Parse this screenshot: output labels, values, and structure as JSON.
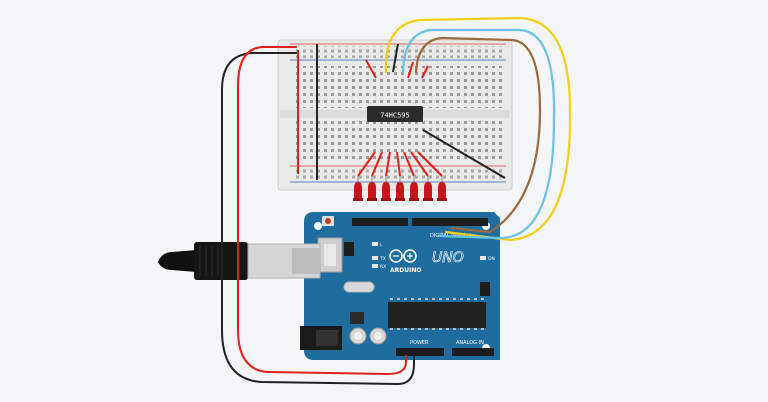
{
  "canvas": {
    "background": "#f3f5f7"
  },
  "breadboard": {
    "color": "#e9e9e7",
    "rail_red": "#d43c3c",
    "rail_blue": "#2f5fa8"
  },
  "chip": {
    "label": "74HC595",
    "color": "#2b2b2b"
  },
  "leds": {
    "count": 7,
    "color": "#c8161d"
  },
  "wires": {
    "red": "#e0201b",
    "black": "#222222",
    "yellow": "#f2cf16",
    "cyan": "#6ac2e4",
    "brown": "#9b6a3c"
  },
  "arduino": {
    "board_color": "#1f6d9e",
    "brand": "ARDUINO",
    "model": "UNO",
    "digital_label": "DIGITAL (PWM~)",
    "power_label": "POWER",
    "analog_label": "ANALOG IN",
    "tx_label": "TX",
    "rx_label": "RX",
    "l_label": "L",
    "on_label": "ON"
  },
  "cable": {
    "color": "#111111",
    "plug_color": "#d6d6d6"
  }
}
